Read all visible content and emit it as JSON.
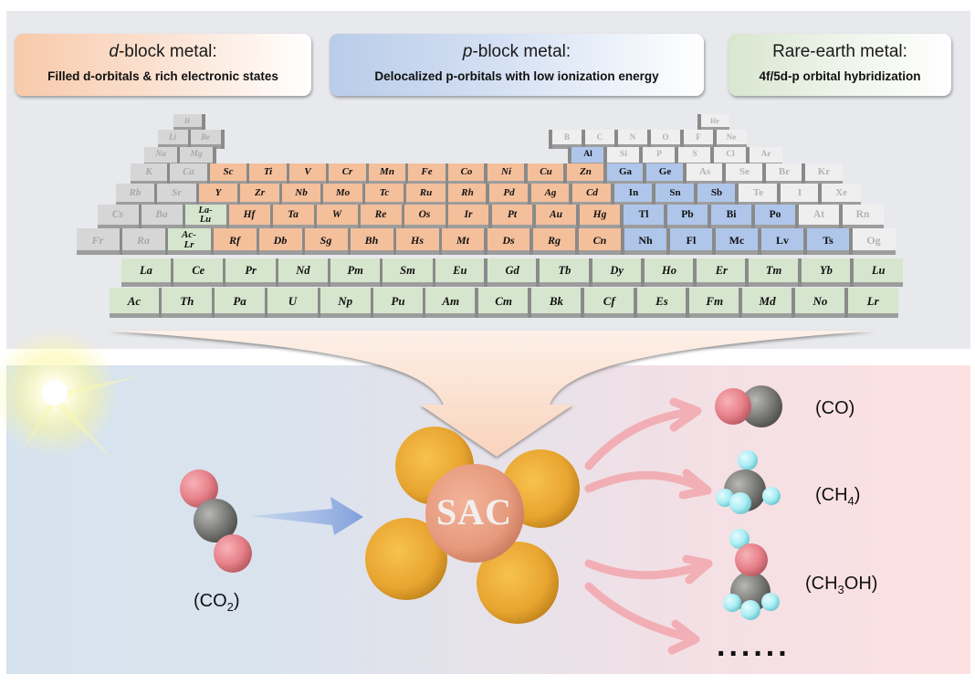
{
  "categories": {
    "d_block": {
      "title_italic": "d",
      "title_rest": "-block metal:",
      "subtitle": "Filled d-orbitals & rich electronic states",
      "color": "#f4bf9b"
    },
    "p_block": {
      "title_italic": "p",
      "title_rest": "-block metal:",
      "subtitle": "Delocalized p-orbitals with low ionization energy",
      "color": "#afc6ea"
    },
    "rare_earth": {
      "title": "Rare-earth metal:",
      "subtitle": "4f/5d-p orbital hybridization",
      "color": "#d6e5cd"
    }
  },
  "periodic_table": {
    "main_rows": [
      [
        [
          "H",
          1,
          "gray"
        ],
        [
          "He",
          18,
          "white"
        ]
      ],
      [
        [
          "Li",
          1,
          "gray"
        ],
        [
          "Be",
          2,
          "gray"
        ],
        [
          "B",
          13,
          "white"
        ],
        [
          "C",
          14,
          "white"
        ],
        [
          "N",
          15,
          "white"
        ],
        [
          "O",
          16,
          "white"
        ],
        [
          "F",
          17,
          "white"
        ],
        [
          "Ne",
          18,
          "white"
        ]
      ],
      [
        [
          "Na",
          1,
          "gray"
        ],
        [
          "Mg",
          2,
          "gray"
        ],
        [
          "Al",
          13,
          "p"
        ],
        [
          "Si",
          14,
          "white"
        ],
        [
          "P",
          15,
          "white"
        ],
        [
          "S",
          16,
          "white"
        ],
        [
          "Cl",
          17,
          "white"
        ],
        [
          "Ar",
          18,
          "white"
        ]
      ],
      [
        [
          "K",
          1,
          "gray"
        ],
        [
          "Ca",
          2,
          "gray"
        ],
        [
          "Sc",
          3,
          "d"
        ],
        [
          "Ti",
          4,
          "d"
        ],
        [
          "V",
          5,
          "d"
        ],
        [
          "Cr",
          6,
          "d"
        ],
        [
          "Mn",
          7,
          "d"
        ],
        [
          "Fe",
          8,
          "d"
        ],
        [
          "Co",
          9,
          "d"
        ],
        [
          "Ni",
          10,
          "d"
        ],
        [
          "Cu",
          11,
          "d"
        ],
        [
          "Zn",
          12,
          "d"
        ],
        [
          "Ga",
          13,
          "p"
        ],
        [
          "Ge",
          14,
          "p"
        ],
        [
          "As",
          15,
          "white"
        ],
        [
          "Se",
          16,
          "white"
        ],
        [
          "Br",
          17,
          "white"
        ],
        [
          "Kr",
          18,
          "white"
        ]
      ],
      [
        [
          "Rb",
          1,
          "gray"
        ],
        [
          "Sr",
          2,
          "gray"
        ],
        [
          "Y",
          3,
          "d"
        ],
        [
          "Zr",
          4,
          "d"
        ],
        [
          "Nb",
          5,
          "d"
        ],
        [
          "Mo",
          6,
          "d"
        ],
        [
          "Tc",
          7,
          "d"
        ],
        [
          "Ru",
          8,
          "d"
        ],
        [
          "Rh",
          9,
          "d"
        ],
        [
          "Pd",
          10,
          "d"
        ],
        [
          "Ag",
          11,
          "d"
        ],
        [
          "Cd",
          12,
          "d"
        ],
        [
          "In",
          13,
          "p"
        ],
        [
          "Sn",
          14,
          "p"
        ],
        [
          "Sb",
          15,
          "p"
        ],
        [
          "Te",
          16,
          "white"
        ],
        [
          "I",
          17,
          "white"
        ],
        [
          "Xe",
          18,
          "white"
        ]
      ],
      [
        [
          "Cs",
          1,
          "gray"
        ],
        [
          "Ba",
          2,
          "gray"
        ],
        [
          "La-\nLu",
          3,
          "f"
        ],
        [
          "Hf",
          4,
          "d"
        ],
        [
          "Ta",
          5,
          "d"
        ],
        [
          "W",
          6,
          "d"
        ],
        [
          "Re",
          7,
          "d"
        ],
        [
          "Os",
          8,
          "d"
        ],
        [
          "Ir",
          9,
          "d"
        ],
        [
          "Pt",
          10,
          "d"
        ],
        [
          "Au",
          11,
          "d"
        ],
        [
          "Hg",
          12,
          "d"
        ],
        [
          "Tl",
          13,
          "p"
        ],
        [
          "Pb",
          14,
          "p"
        ],
        [
          "Bi",
          15,
          "p"
        ],
        [
          "Po",
          16,
          "p"
        ],
        [
          "At",
          17,
          "white"
        ],
        [
          "Rn",
          18,
          "white"
        ]
      ],
      [
        [
          "Fr",
          1,
          "gray"
        ],
        [
          "Ra",
          2,
          "gray"
        ],
        [
          "Ac-\nLr",
          3,
          "f"
        ],
        [
          "Rf",
          4,
          "d"
        ],
        [
          "Db",
          5,
          "d"
        ],
        [
          "Sg",
          6,
          "d"
        ],
        [
          "Bh",
          7,
          "d"
        ],
        [
          "Hs",
          8,
          "d"
        ],
        [
          "Mt",
          9,
          "d"
        ],
        [
          "Ds",
          10,
          "d"
        ],
        [
          "Rg",
          11,
          "d"
        ],
        [
          "Cn",
          12,
          "d"
        ],
        [
          "Nh",
          13,
          "p"
        ],
        [
          "Fl",
          14,
          "p"
        ],
        [
          "Mc",
          15,
          "p"
        ],
        [
          "Lv",
          16,
          "p"
        ],
        [
          "Ts",
          17,
          "p"
        ],
        [
          "Og",
          18,
          "white"
        ]
      ]
    ],
    "lanthanides": [
      "La",
      "Ce",
      "Pr",
      "Nd",
      "Pm",
      "Sm",
      "Eu",
      "Gd",
      "Tb",
      "Dy",
      "Ho",
      "Er",
      "Tm",
      "Yb",
      "Lu"
    ],
    "actinides": [
      "Ac",
      "Th",
      "Pa",
      "U",
      "Np",
      "Pu",
      "Am",
      "Cm",
      "Bk",
      "Cf",
      "Es",
      "Fm",
      "Md",
      "No",
      "Lr"
    ]
  },
  "reaction": {
    "reactant": {
      "label_main": "(CO",
      "label_sub": "2",
      "label_end": ")"
    },
    "catalyst": {
      "label": "SAC"
    },
    "products": [
      {
        "label_main": "(CO)",
        "label_sub": "",
        "label_end": ""
      },
      {
        "label_main": "(CH",
        "label_sub": "4",
        "label_end": ")"
      },
      {
        "label_main": "(CH",
        "label_sub": "3",
        "label_end": "OH)"
      }
    ],
    "more_products": "......"
  },
  "colors": {
    "oxygen": "#e8818a",
    "carbon": "#7a7a78",
    "hydrogen": "#a9eef4",
    "sac_center": "#e69a7e",
    "support_atom": "#e8a530",
    "reactant_arrow": "#8fb0e2",
    "product_arrow": "#f2aab0",
    "funnel": "#fbe2d2"
  }
}
